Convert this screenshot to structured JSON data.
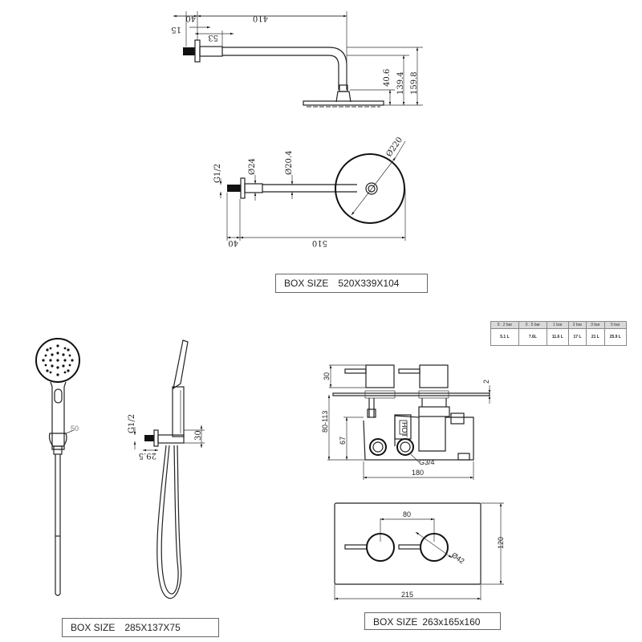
{
  "overhead_shower_side_view": {
    "dims": {
      "arm_length": "410",
      "flange_offset": "40",
      "flange_thickness": "15",
      "collar_length": "53",
      "drop_1": "40.6",
      "drop_2": "139.4",
      "drop_total": "159.8"
    }
  },
  "overhead_shower_top_view": {
    "dims": {
      "thread": "G1/2",
      "collar_dia": "Ø24",
      "arm_dia": "Ø20.4",
      "head_dia": "Ø220",
      "flange_offset": "40",
      "overall_length": "510"
    }
  },
  "box_sizes": {
    "overhead": {
      "label": "BOX SIZE",
      "value": "520X339X104"
    },
    "handshower": {
      "label": "BOX SIZE",
      "value": "285X137X75"
    },
    "mixer": {
      "label": "BOX SIZE",
      "value": "263x165x160"
    }
  },
  "handshower": {
    "front_dims": {
      "holder_width": "50"
    },
    "side_dims": {
      "thread": "G1/2",
      "outlet_length": "29.5",
      "holder_height": "30"
    }
  },
  "mixer_side_view": {
    "dims": {
      "handle_height": "30",
      "plate_thickness": "2",
      "depth_range": "80-113",
      "body_height": "67",
      "inlet_thread": "G3/4",
      "body_width": "180"
    },
    "hot_label": "HOT"
  },
  "mixer_front_view": {
    "dims": {
      "handle_spacing": "80",
      "handle_dia": "Ø42",
      "plate_height": "120",
      "plate_width": "215"
    }
  },
  "flow_table": {
    "headers": [
      "0 . 2 bar",
      "0 . 5 bar",
      "1 bar",
      "2 bar",
      "3 bar",
      "5 bar"
    ],
    "values": [
      "5.1 L",
      "7.6L",
      "11.6 L",
      "17 L",
      "21 L",
      "25.9 L"
    ]
  }
}
